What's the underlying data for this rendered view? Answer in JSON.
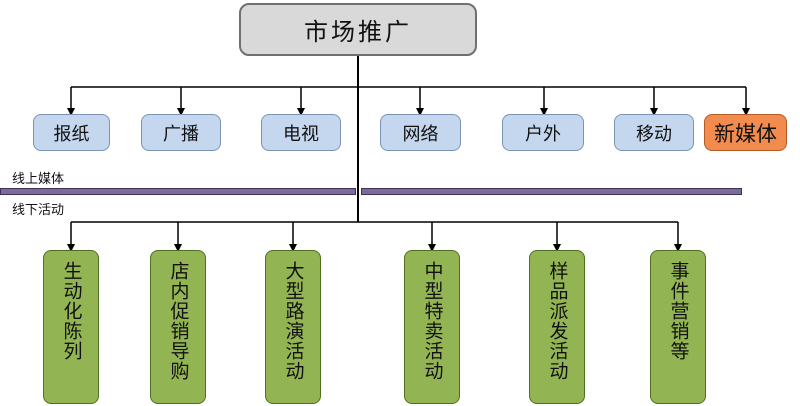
{
  "root": {
    "label": "市场推广"
  },
  "divider": {
    "upper_label": "线上媒体",
    "lower_label": "线下活动"
  },
  "online_media": [
    {
      "label": "报纸"
    },
    {
      "label": "广播"
    },
    {
      "label": "电视"
    },
    {
      "label": "网络"
    },
    {
      "label": "户外"
    },
    {
      "label": "移动"
    },
    {
      "label": "新媒体"
    }
  ],
  "offline_activities": [
    {
      "label": "生动化陈列"
    },
    {
      "label": "店内促销导购"
    },
    {
      "label": "大型路演活动"
    },
    {
      "label": "中型特卖活动"
    },
    {
      "label": "样品派发活动"
    },
    {
      "label": "事件营销等"
    }
  ],
  "colors": {
    "root_fill": "#d9d9d9",
    "online_fill": "#c5d7ee",
    "highlight_fill": "#f28c4e",
    "offline_fill": "#92b452",
    "divider_fill": "#7d6a9c"
  }
}
